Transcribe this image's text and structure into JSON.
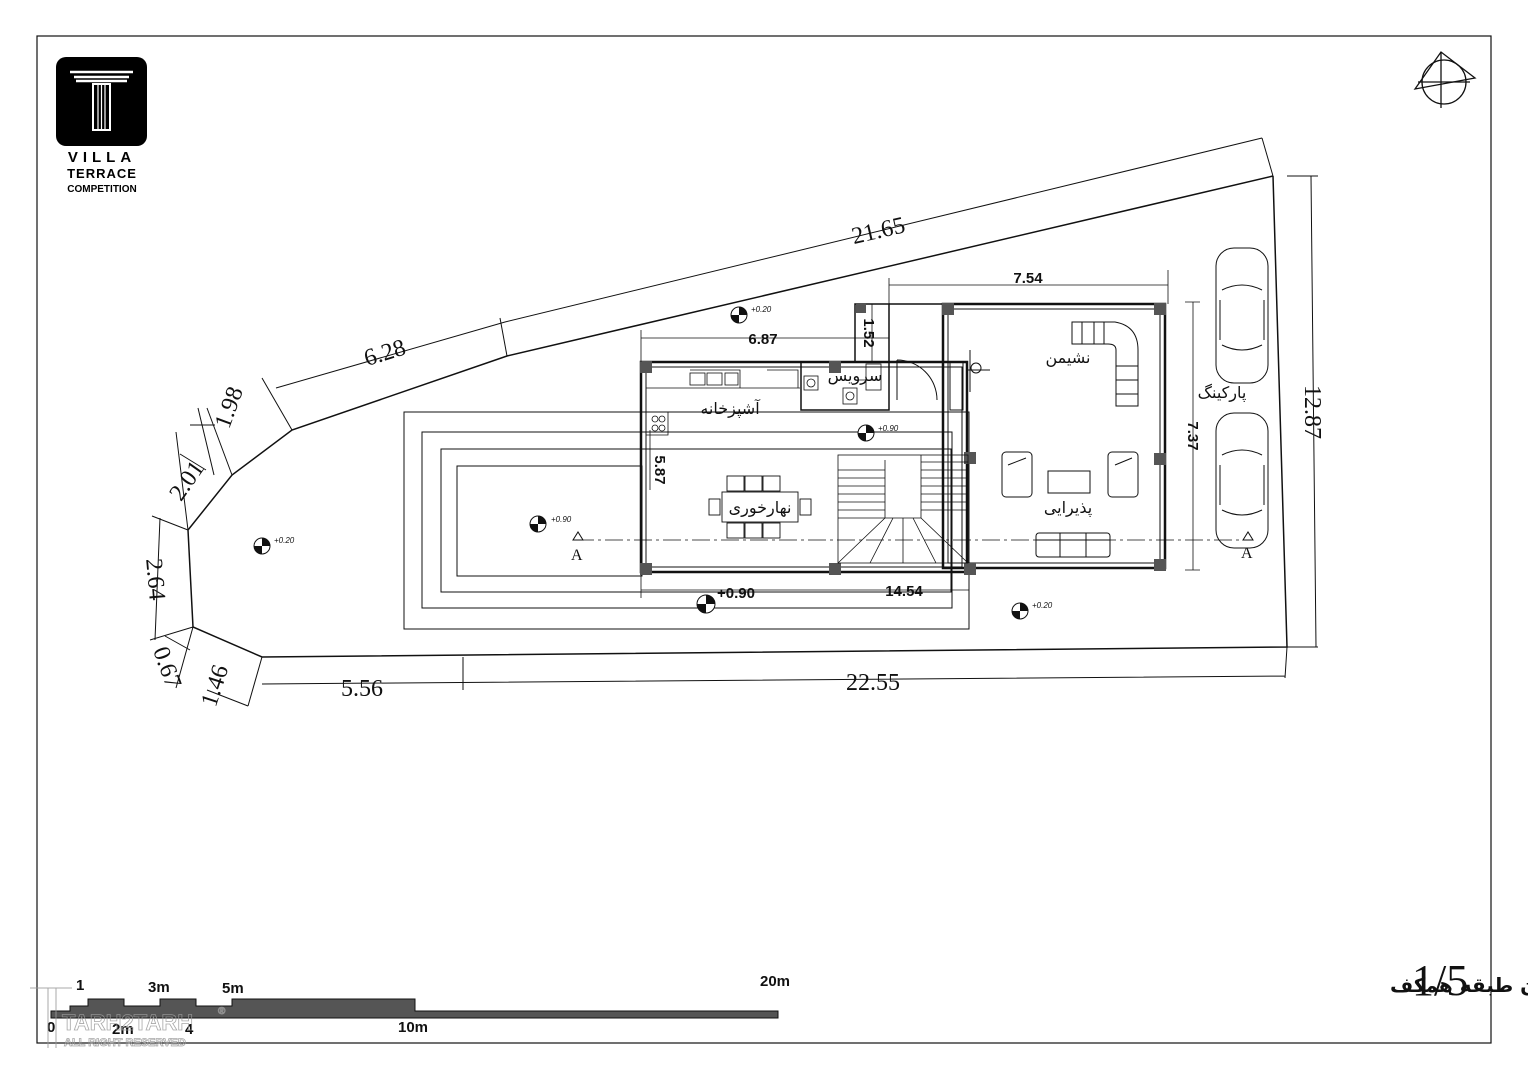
{
  "logo": {
    "line1": "VILLA",
    "line2": "TERRACE",
    "line3": "COMPETITION"
  },
  "dimensions": {
    "top_long": "21.65",
    "top_left": "6.28",
    "left_a": "1.98",
    "left_b": "2.01",
    "left_c": "2.64",
    "left_d": "0.67",
    "left_e": "1.46",
    "bottom_left": "5.56",
    "bottom_long": "22.55",
    "right_side": "12.87",
    "building_top": "7.54",
    "kitchen_top": "6.87",
    "service_w": "1.52",
    "kitchen_side": "5.87",
    "living_side": "7.37",
    "building_bottom": "14.54"
  },
  "levels": {
    "garden": "+0.20",
    "terrace_top": "+0.20",
    "interior": "+0.90",
    "pool": "+0.90",
    "entry": "+0.90",
    "right_yard": "+0.20"
  },
  "rooms": {
    "kitchen": "آشپزخانه",
    "service": "سرویس",
    "dining": "نهارخوری",
    "sitting": "نشیمن",
    "reception": "پذیرایی",
    "parking": "پارکینگ"
  },
  "section_mark": "A",
  "drawing_title": {
    "text": "پلان مبلمان طبقه همکف",
    "number": "1/5"
  },
  "scale_bar": {
    "labels": [
      "0",
      "1",
      "2m",
      "3m",
      "4",
      "5m",
      "10m",
      "20m"
    ]
  },
  "watermark": {
    "brand": "TARH2TARH",
    "rights": "ALL RIGHT RESERVED",
    "mark": "®"
  }
}
